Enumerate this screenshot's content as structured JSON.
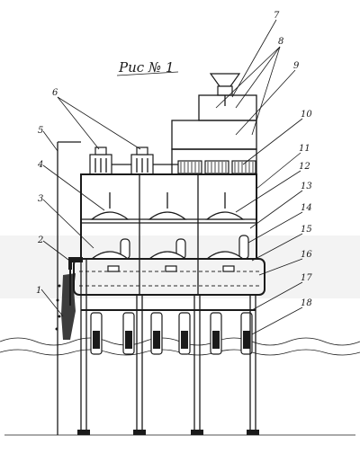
{
  "diagram": {
    "title": "Рис № 1",
    "labels": [
      "1",
      "2",
      "3",
      "4",
      "5",
      "6",
      "7",
      "8",
      "9",
      "10",
      "11",
      "12",
      "13",
      "14",
      "15",
      "16",
      "17",
      "18"
    ]
  }
}
